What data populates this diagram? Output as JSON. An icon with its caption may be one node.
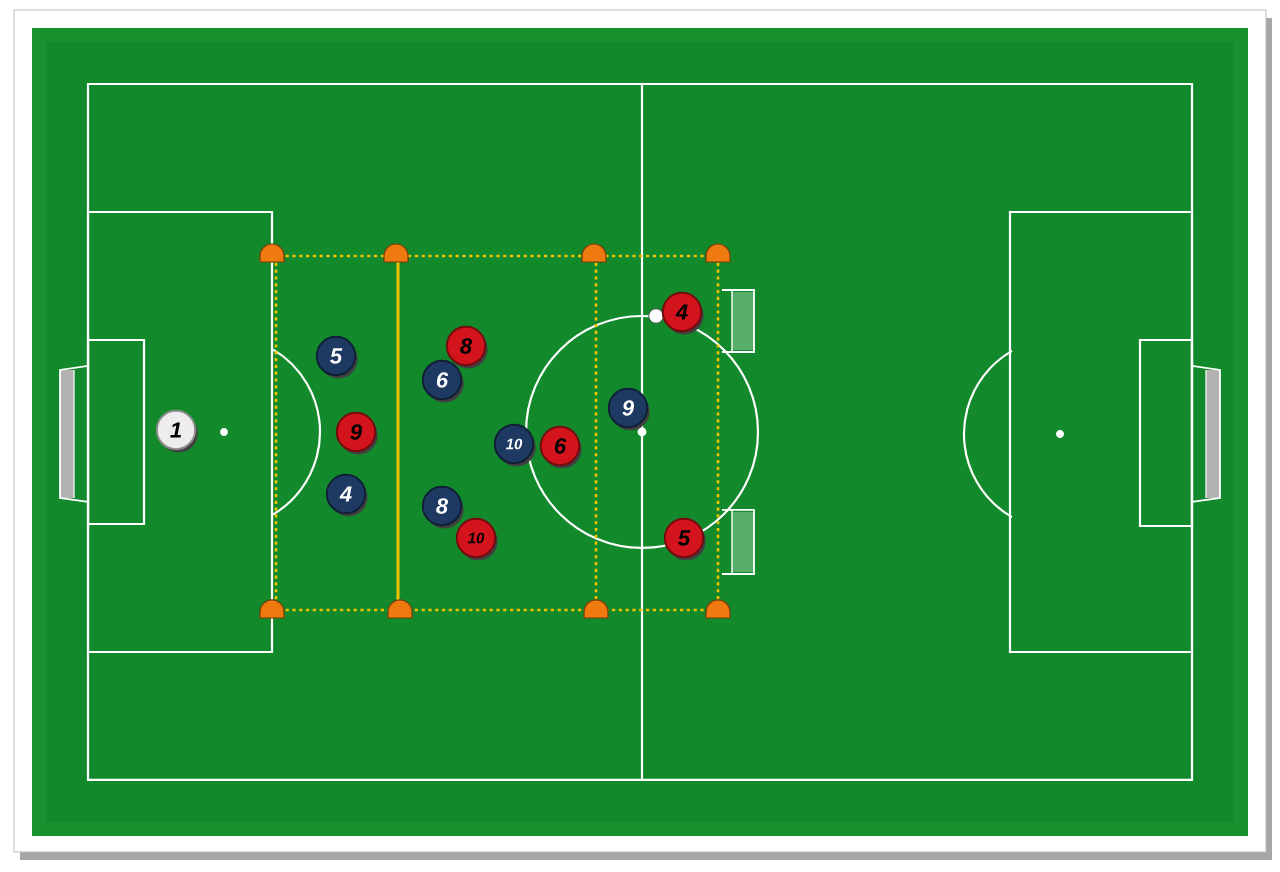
{
  "diagram": {
    "nodes": [
      {
        "text": [
          "4"
        ]
      },
      {
        "text": [
          "8"
        ]
      },
      {
        "text": [
          "5"
        ]
      },
      {
        "text": [
          "6"
        ]
      },
      {
        "text": [
          "9"
        ]
      },
      {
        "text": [
          "1"
        ]
      },
      {
        "text": [
          "9"
        ]
      },
      {
        "text": [
          "10"
        ]
      },
      {
        "text": [
          "6"
        ]
      },
      {
        "text": [
          "4"
        ]
      },
      {
        "text": [
          "8"
        ]
      },
      {
        "text": [
          "10"
        ]
      },
      {
        "text": [
          "5"
        ]
      }
    ]
  }
}
